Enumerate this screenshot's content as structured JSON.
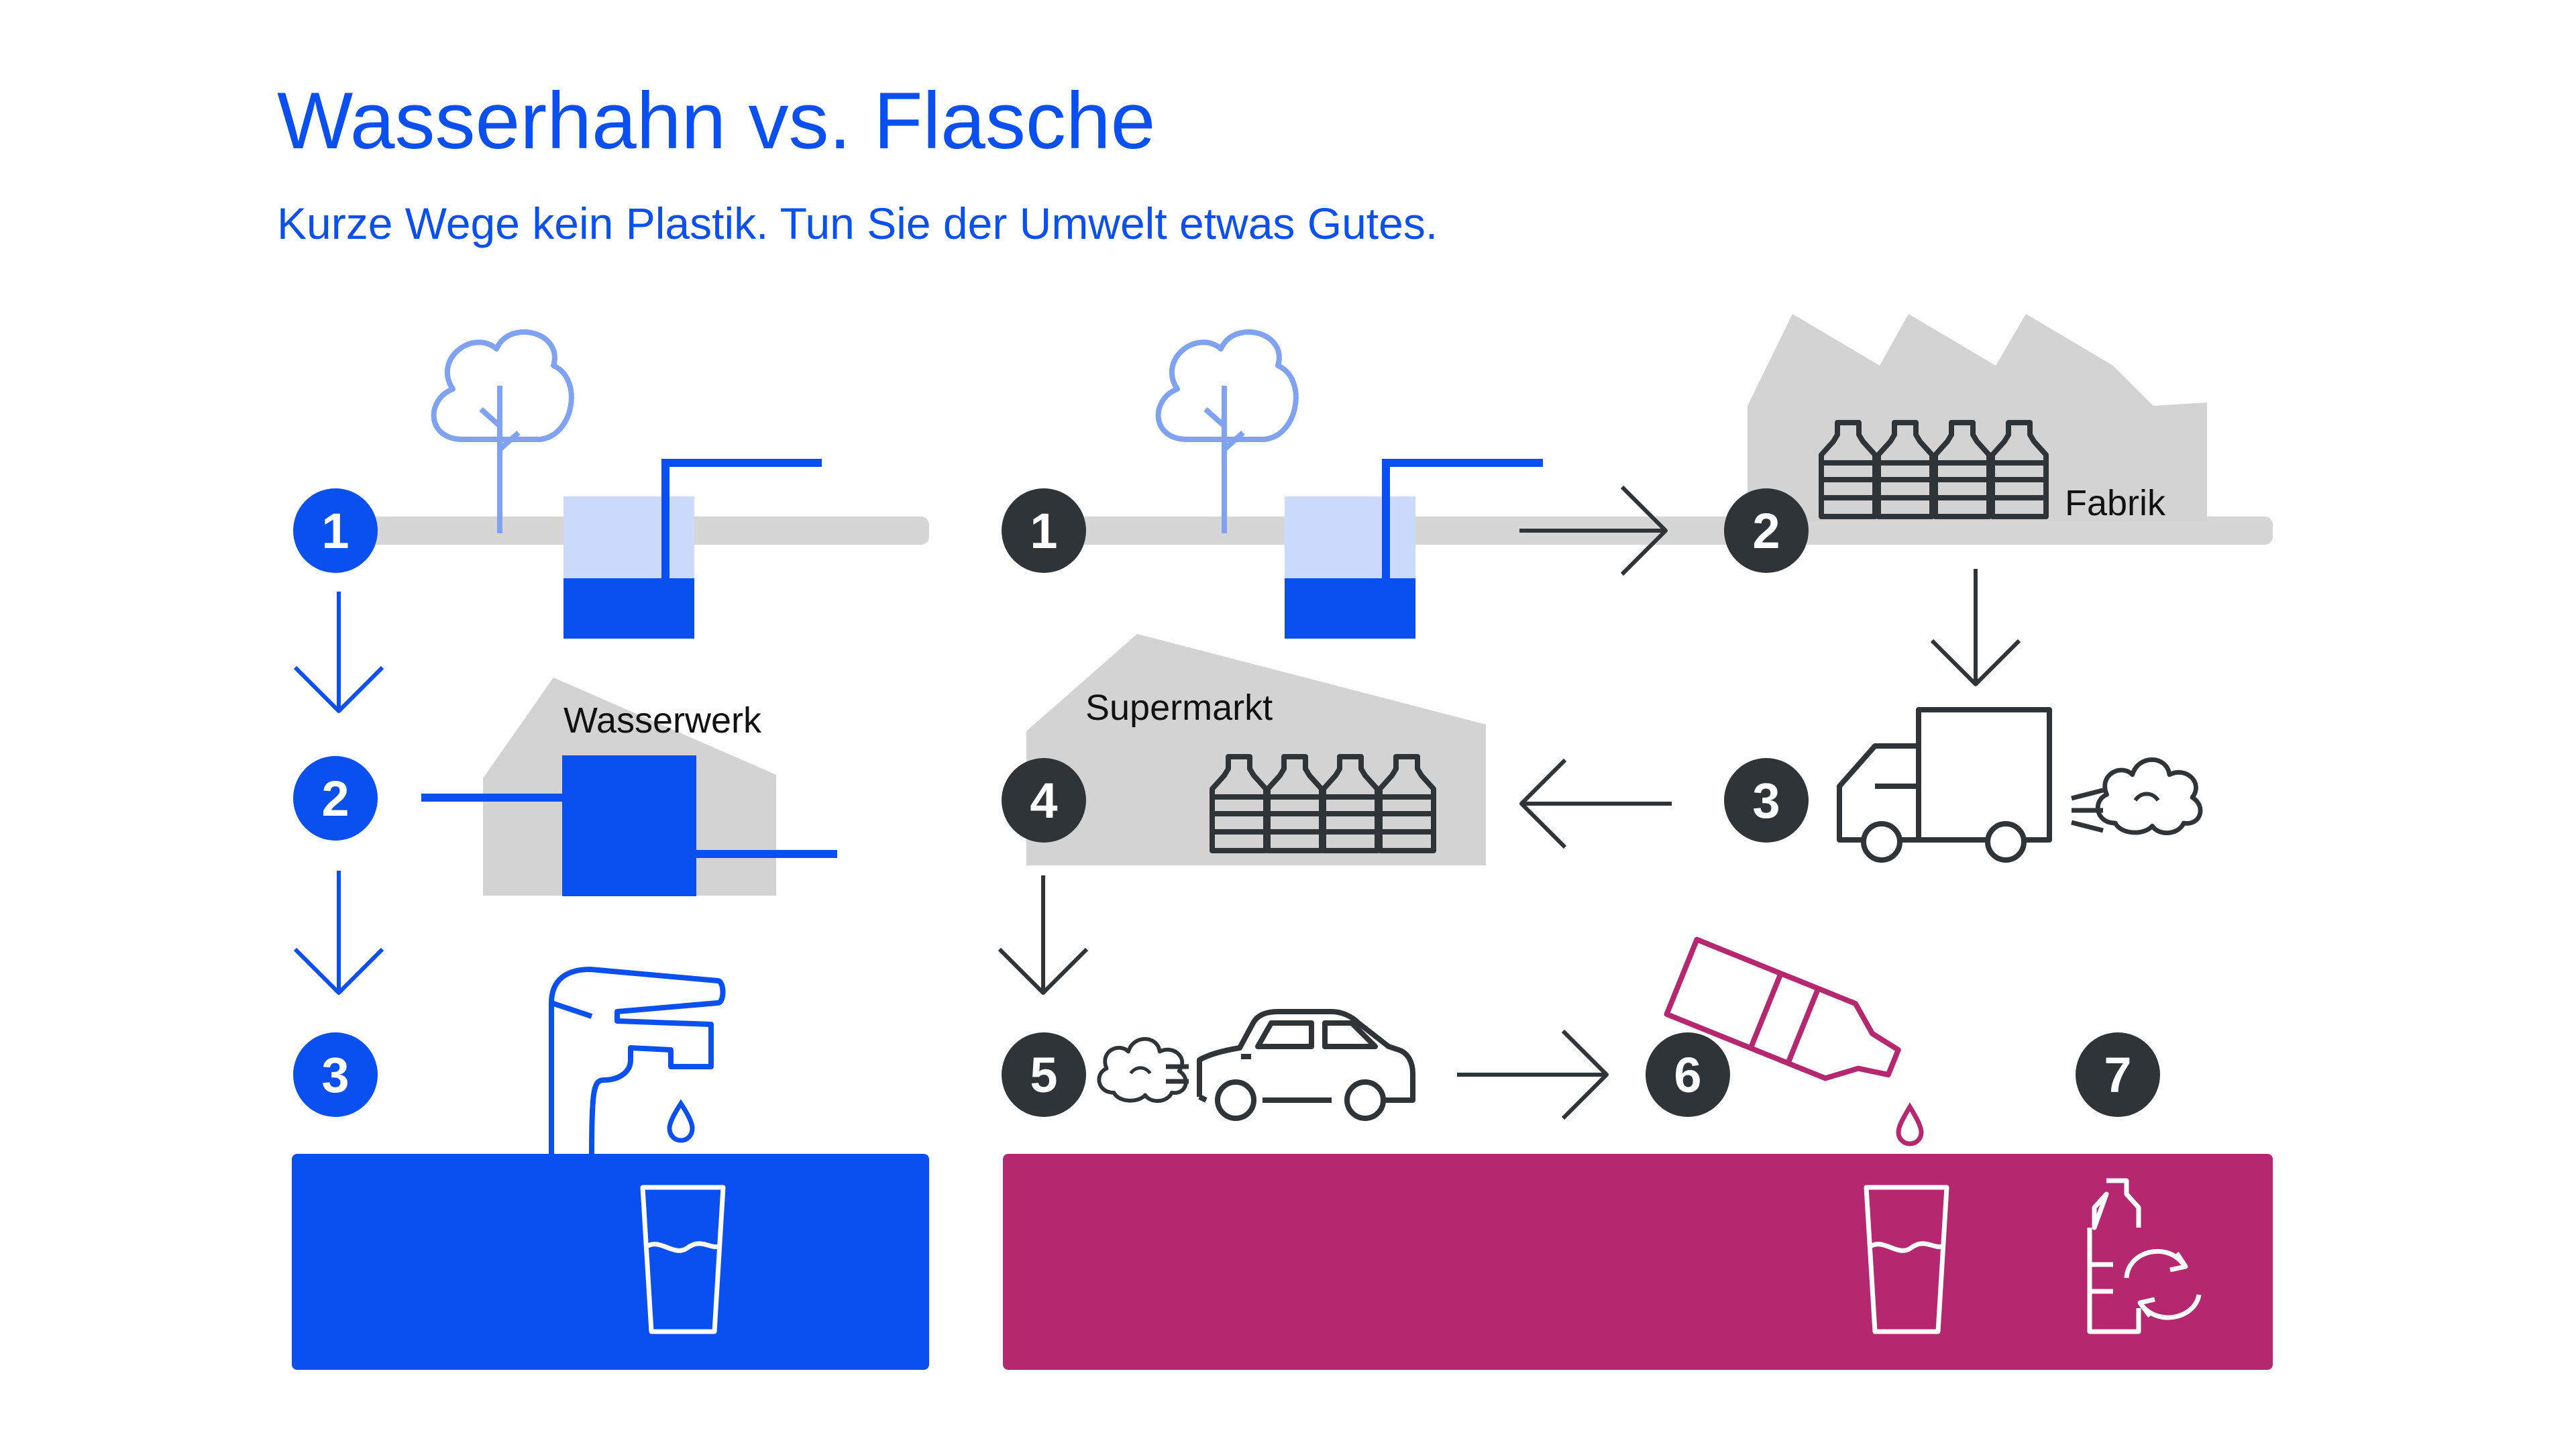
{
  "header": {
    "title": "Wasserhahn vs. Flasche",
    "subtitle": "Kurze Wege kein Plastik. Tun Sie der Umwelt etwas Gutes."
  },
  "colors": {
    "tap_blue": "#0A4FF0",
    "light_blue": "#CCDBFB",
    "tree_blue": "#7FA3F2",
    "bottle_magenta": "#B5276F",
    "dark_badge": "#2E3438",
    "building_gray": "#D3D3D3",
    "ground_gray": "#D6D6D6"
  },
  "tap": {
    "steps": [
      "1",
      "2",
      "3"
    ],
    "labels": {
      "waterworks": "Wasserwerk"
    }
  },
  "bottle": {
    "steps": [
      "1",
      "2",
      "3",
      "4",
      "5",
      "6",
      "7"
    ],
    "labels": {
      "factory": "Fabrik",
      "supermarket": "Supermarkt"
    }
  },
  "icons": [
    "tree-icon",
    "well-icon",
    "waterworks-icon",
    "faucet-icon",
    "glass-icon",
    "factory-icon",
    "bottle-icon",
    "truck-icon",
    "exhaust-cloud-icon",
    "supermarket-icon",
    "car-icon",
    "tipped-bottle-icon",
    "water-drop-icon",
    "recycle-bottle-icon",
    "arrow-icon"
  ]
}
